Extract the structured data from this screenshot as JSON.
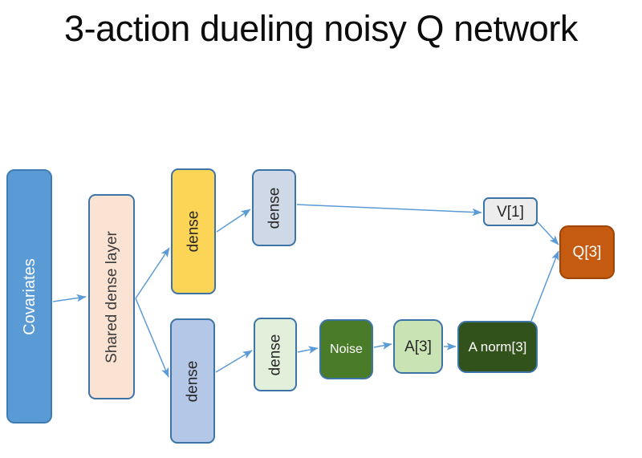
{
  "page": {
    "title": "3-action dueling noisy Q network",
    "background_color": "#ffffff"
  },
  "diagram": {
    "type": "flow-diagram",
    "accent_colors": {
      "input_blue": "#5B9BD5",
      "shared_peach": "#FBE3D4",
      "value_yellow": "#FCD456",
      "value_gray_blue": "#CFD8E6",
      "advantage_blue": "#B4C7E7",
      "advantage_pale_green": "#E2EFDA",
      "noise_green": "#4A7B28",
      "a3_light_green": "#C9E3B4",
      "anorm_dark_green": "#31521A",
      "v1_gray": "#EDEDED",
      "q3_orange": "#C55A11",
      "border_blue": "#3D74A8",
      "arrow_blue": "#5B9BD5"
    },
    "nodes": [
      {
        "id": "covariates",
        "label": "Covariates",
        "orientation": "vertical",
        "fill": "#5B9BD5",
        "text_color": "#ffffff"
      },
      {
        "id": "shared_dense",
        "label": "Shared dense layer",
        "orientation": "vertical",
        "fill": "#FBE3D4",
        "text_color": "#3b3b3b"
      },
      {
        "id": "dense_v1",
        "label": "dense",
        "orientation": "vertical",
        "fill": "#FCD456",
        "text_color": "#262626"
      },
      {
        "id": "dense_v2",
        "label": "dense",
        "orientation": "vertical",
        "fill": "#CFD8E6",
        "text_color": "#262626"
      },
      {
        "id": "dense_a1",
        "label": "dense",
        "orientation": "vertical",
        "fill": "#B4C7E7",
        "text_color": "#262626"
      },
      {
        "id": "dense_a2",
        "label": "dense",
        "orientation": "vertical",
        "fill": "#E2EFDA",
        "text_color": "#262626"
      },
      {
        "id": "noise",
        "label": "Noise",
        "orientation": "horizontal",
        "fill": "#4A7B28",
        "text_color": "#ffffff"
      },
      {
        "id": "a3",
        "label": "A[3]",
        "orientation": "horizontal",
        "fill": "#C9E3B4",
        "text_color": "#262626"
      },
      {
        "id": "anorm3",
        "label": "A norm[3]",
        "orientation": "horizontal",
        "fill": "#31521A",
        "text_color": "#ffffff"
      },
      {
        "id": "v1",
        "label": "V[1]",
        "orientation": "horizontal",
        "fill": "#EDEDED",
        "text_color": "#262626"
      },
      {
        "id": "q3",
        "label": "Q[3]",
        "orientation": "horizontal",
        "fill": "#C55A11",
        "text_color": "#ffffff"
      }
    ],
    "edges": [
      {
        "from": "covariates",
        "to": "shared_dense"
      },
      {
        "from": "shared_dense",
        "to": "dense_v1"
      },
      {
        "from": "shared_dense",
        "to": "dense_a1"
      },
      {
        "from": "dense_v1",
        "to": "dense_v2"
      },
      {
        "from": "dense_v2",
        "to": "v1"
      },
      {
        "from": "dense_a1",
        "to": "dense_a2"
      },
      {
        "from": "dense_a2",
        "to": "noise"
      },
      {
        "from": "noise",
        "to": "a3"
      },
      {
        "from": "a3",
        "to": "anorm3"
      },
      {
        "from": "v1",
        "to": "q3"
      },
      {
        "from": "anorm3",
        "to": "q3"
      }
    ]
  }
}
